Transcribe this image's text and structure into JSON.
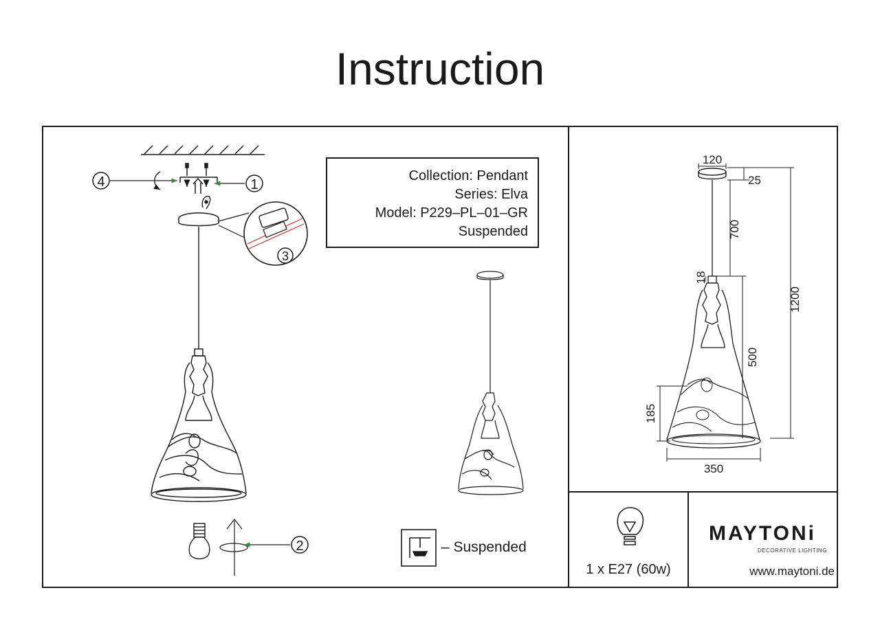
{
  "page": {
    "title": "Instruction"
  },
  "info": {
    "collection": "Collection: Pendant",
    "series": "Series: Elva",
    "model": "Model: P229–PL–01–GR",
    "type": "Suspended"
  },
  "steps": [
    "①",
    "②",
    "③",
    "④"
  ],
  "legend": {
    "suspended": "– Suspended"
  },
  "dimensions": {
    "canopy_diameter": "120",
    "canopy_height": "25",
    "cable_length": "700",
    "socket_height": "18",
    "total_height": "1200",
    "shade_height": "500",
    "pattern_height": "185",
    "shade_diameter": "350"
  },
  "bulb": {
    "spec": "1 x E27 (60w)"
  },
  "brand": {
    "name": "MAYTONi",
    "tagline": "DECORATIVE LIGHTING",
    "website": "www.maytoni.de"
  }
}
